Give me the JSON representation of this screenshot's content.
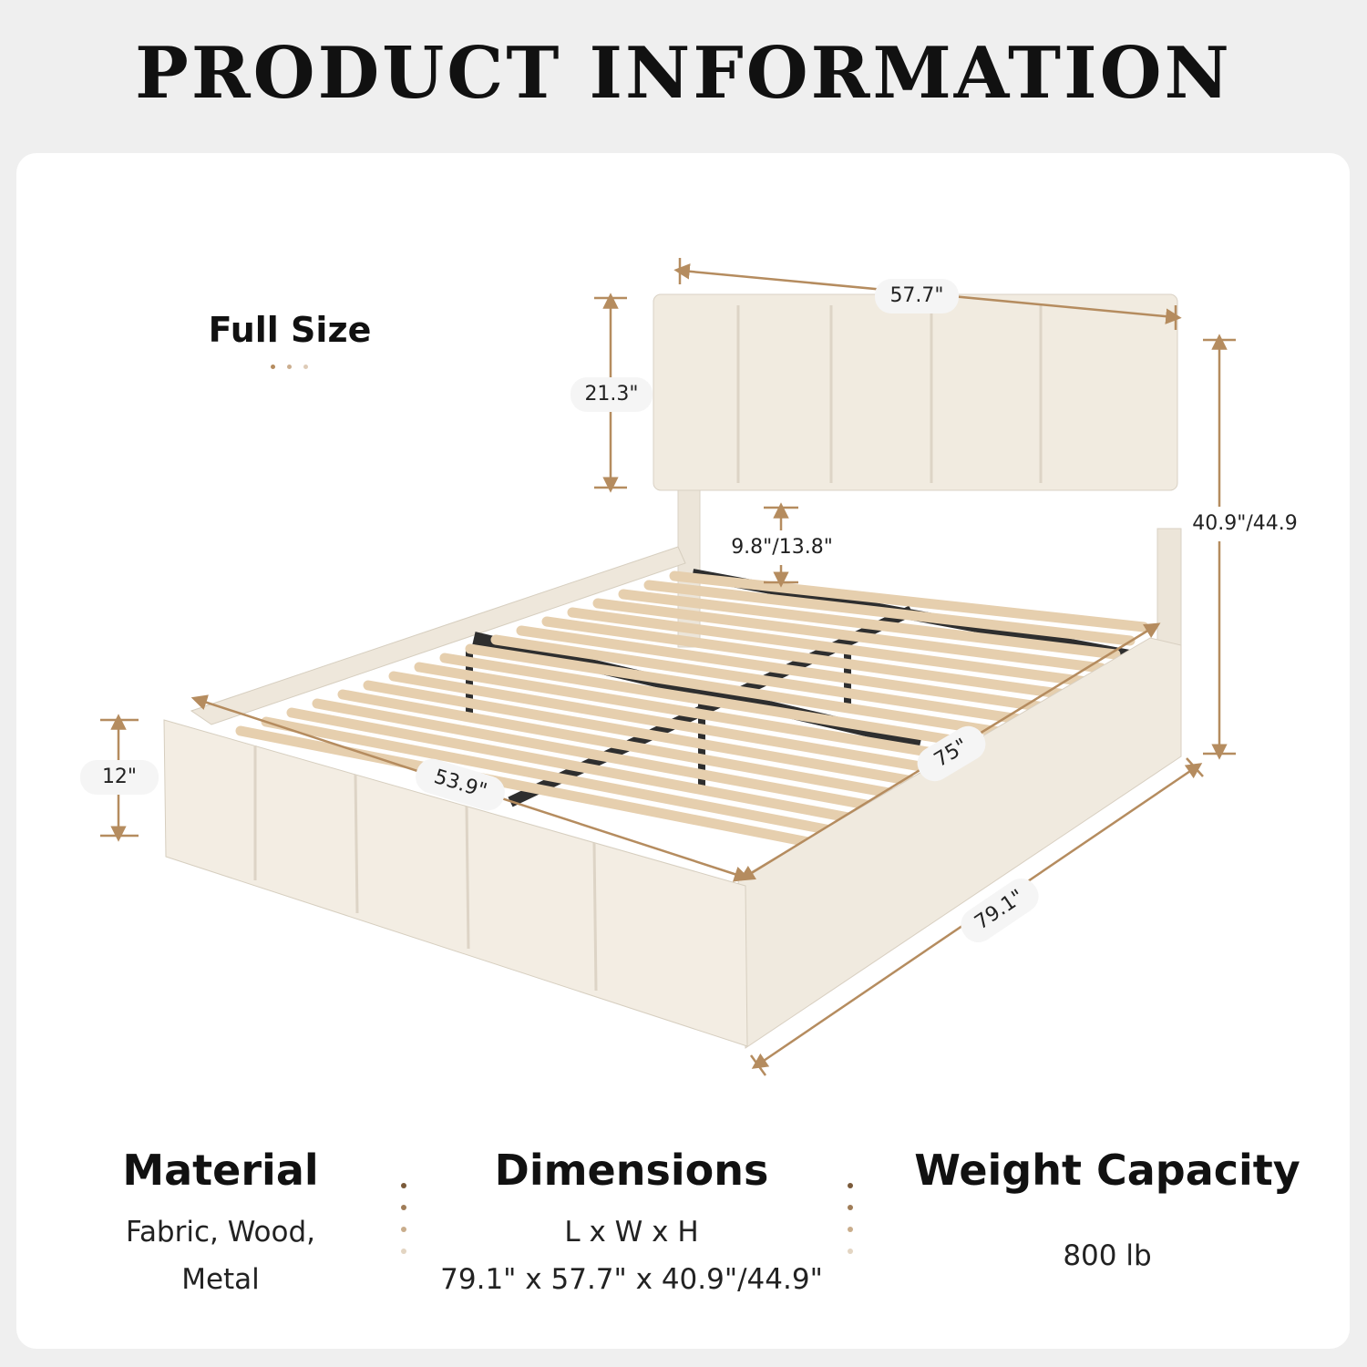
{
  "header": {
    "title": "PRODUCT INFORMATION"
  },
  "size_label": "Full Size",
  "dimensions_on_image": {
    "headboard_width": "57.7\"",
    "headboard_height": "21.3\"",
    "total_height": "40.9\"/44.9",
    "headboard_gap": "9.8\"/13.8\"",
    "frame_height": "12\"",
    "inner_width": "53.9\"",
    "inner_length": "75\"",
    "total_length": "79.1\""
  },
  "specs": {
    "material": {
      "heading": "Material",
      "line1": "Fabric, Wood,",
      "line2": "Metal"
    },
    "dimensions": {
      "heading": "Dimensions",
      "line1": "L x W x H",
      "line2": "79.1\" x 57.7\" x 40.9\"/44.9\""
    },
    "weight": {
      "heading": "Weight Capacity",
      "line1": "800 lb"
    }
  },
  "colors": {
    "accent": "#b58c5f",
    "fabric": "#f1ebe0",
    "slat": "#e6cfae",
    "metal": "#2e2e2e",
    "background": "#efefef",
    "card": "#ffffff"
  }
}
